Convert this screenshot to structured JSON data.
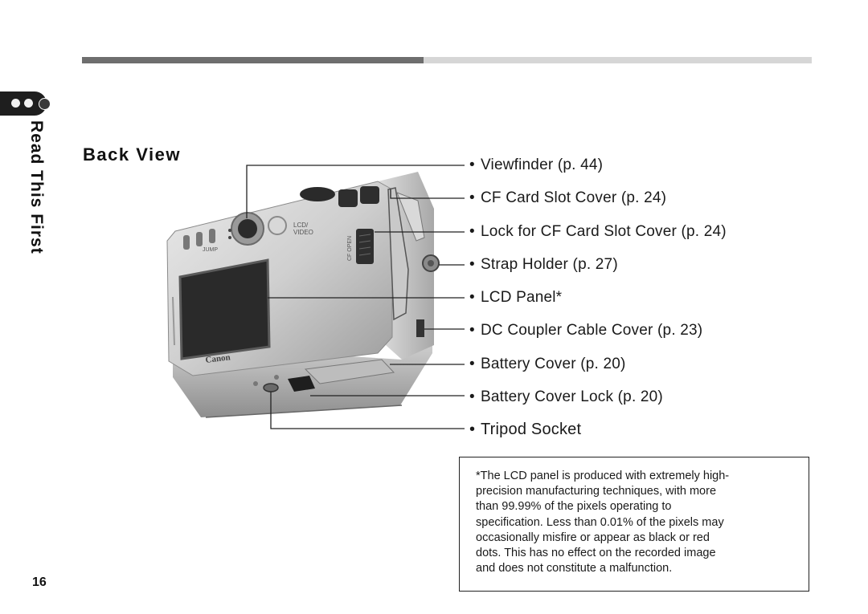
{
  "side_tab": {
    "label": "Read This First"
  },
  "section": {
    "title": "Back View"
  },
  "page_number": "16",
  "callouts": [
    {
      "label": "Viewfinder (p. 44)"
    },
    {
      "label": "CF Card Slot Cover (p. 24)"
    },
    {
      "label": "Lock for CF Card Slot Cover (p. 24)"
    },
    {
      "label": "Strap Holder (p. 27)"
    },
    {
      "label": "LCD Panel*"
    },
    {
      "label": "DC Coupler Cable Cover (p. 23)"
    },
    {
      "label": "Battery Cover (p. 20)"
    },
    {
      "label": "Battery Cover Lock (p. 20)"
    },
    {
      "label": "Tripod Socket"
    }
  ],
  "bullet": "•",
  "camera": {
    "brand": "Canon",
    "lcd_video_label": "LCD/\nVIDEO",
    "cf_open_label": "CF OPEN",
    "jump_label": "JUMP"
  },
  "note": {
    "text": "*The LCD panel is produced with extremely high-\n  precision manufacturing techniques, with more\n  than 99.99% of the pixels operating to\n  specification. Less than 0.01% of the pixels may\n  occasionally misfire or appear as black or red\n  dots. This has no effect on the recorded image\n  and does not constitute a malfunction."
  }
}
